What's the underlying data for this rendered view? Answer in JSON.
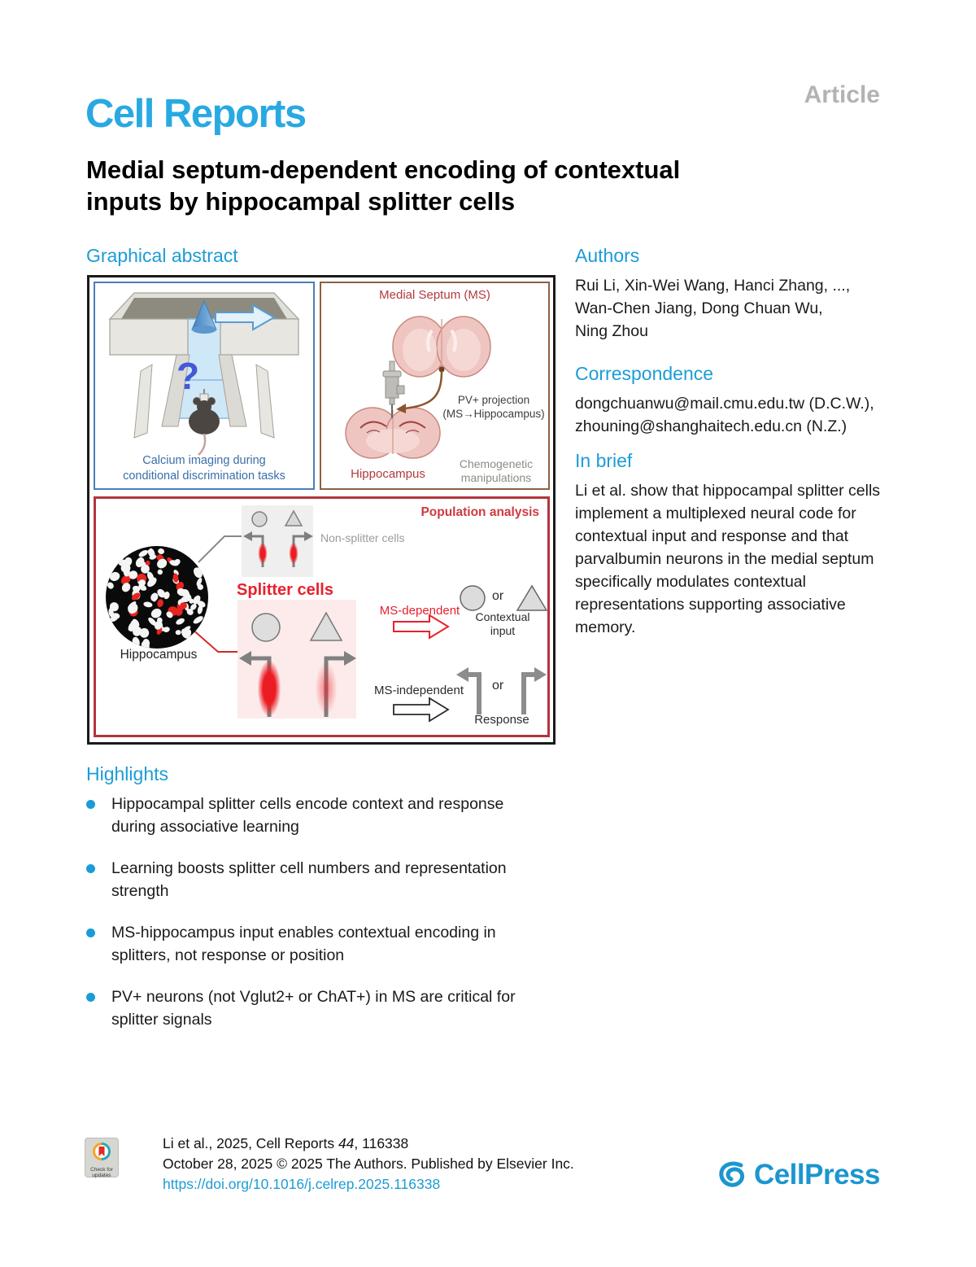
{
  "header": {
    "article_tag": "Article",
    "journal_name": "Cell Reports",
    "title_line1": "Medial septum-dependent encoding of contextual",
    "title_line2": "inputs by hippocampal splitter cells"
  },
  "graphical_abstract": {
    "heading": "Graphical abstract",
    "panel_maze": {
      "question_mark": "?",
      "caption_line1": "Calcium imaging during",
      "caption_line2": "conditional discrimination tasks"
    },
    "panel_brain": {
      "medial_septum_label": "Medial Septum (MS)",
      "projection_line1": "PV+ projection",
      "projection_line2": "(MS→Hippocampus)",
      "hippocampus_label": "Hippocampus",
      "chemo_line1": "Chemogenetic",
      "chemo_line2": "manipulations"
    },
    "panel_population": {
      "title": "Population analysis",
      "hippocampus_label": "Hippocampus",
      "non_splitter_label": "Non-splitter cells",
      "splitter_label": "Splitter cells",
      "ms_dependent_label": "MS-dependent",
      "ms_independent_label": "MS-independent",
      "or_1": "or",
      "or_2": "or",
      "contextual_line1": "Contextual",
      "contextual_line2": "input",
      "response_label": "Response"
    }
  },
  "authors": {
    "heading": "Authors",
    "lines": [
      "Rui Li, Xin-Wei Wang, Hanci Zhang, ...,",
      "Wan-Chen Jiang, Dong Chuan Wu,",
      "Ning Zhou"
    ]
  },
  "correspondence": {
    "heading": "Correspondence",
    "emails": [
      "dongchuanwu@mail.cmu.edu.tw (D.C.W.),",
      "zhouning@shanghaitech.edu.cn (N.Z.)"
    ]
  },
  "in_brief": {
    "heading": "In brief",
    "text": "Li et al. show that hippocampal splitter cells implement a multiplexed neural code for contextual input and response and that parvalbumin neurons in the medial septum specifically modulates contextual representations supporting associative memory."
  },
  "highlights": {
    "heading": "Highlights",
    "items": [
      "Hippocampal splitter cells encode context and response during associative learning",
      "Learning boosts splitter cell numbers and representation strength",
      "MS-hippocampus input enables contextual encoding in splitters, not response or position",
      "PV+ neurons (not Vglut2+ or ChAT+) in MS are critical for splitter signals"
    ]
  },
  "footer": {
    "badge_label": "Check for updates",
    "citation_prefix": "Li et al., 2025, Cell Reports ",
    "citation_volume": "44",
    "citation_suffix": ", 116338",
    "publish_line": "October 28, 2025 © 2025 The Authors. Published by Elsevier Inc.",
    "doi": "https://doi.org/10.1016/j.celrep.2025.116338",
    "publisher": "CellPress"
  },
  "colors": {
    "accent_blue": "#1c9cd6",
    "logo_blue": "#29a9e1",
    "article_gray": "#b1b3b6",
    "dark_red": "#b23a3e",
    "highlight_red": "#e8212d",
    "link_blue": "#1c9cd6"
  }
}
